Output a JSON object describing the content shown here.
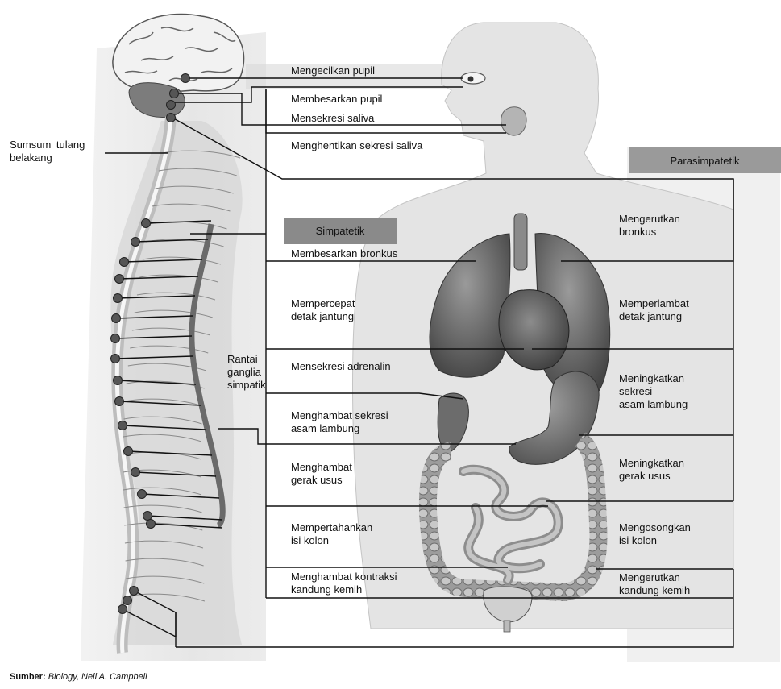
{
  "left_labels": {
    "spinal_cord": "Sumsum tulang\nbelakang",
    "ganglia_chain": "Rantai\nganglia\nsimpatik"
  },
  "banners": {
    "sympathetic": "Simpatetik",
    "parasympathetic": "Parasimpatetik"
  },
  "head_effects": {
    "pupil_constrict": "Mengecilkan pupil",
    "pupil_dilate": "Membesarkan pupil",
    "saliva_secrete": "Mensekresi saliva",
    "saliva_stop": "Menghentikan sekresi saliva"
  },
  "sympathetic_effects": {
    "bronchi_dilate": "Membesarkan bronkus",
    "heart_accelerate": "Mempercepat\ndetak jantung",
    "adrenaline": "Mensekresi adrenalin",
    "stomach_inhibit": "Menghambat sekresi\nasam lambung",
    "gut_inhibit": "Menghambat\ngerak usus",
    "colon_retain": "Mempertahankan\nisi kolon",
    "bladder_inhibit": "Menghambat kontraksi\nkandung kemih"
  },
  "parasympathetic_effects": {
    "bronchi_constrict": "Mengerutkan\nbronkus",
    "heart_slow": "Memperlambat\ndetak jantung",
    "stomach_increase": "Meningkatkan\nsekresi\nasam lambung",
    "gut_increase": "Meningkatkan\ngerak usus",
    "colon_empty": "Mengosongkan\nisi kolon",
    "bladder_contract": "Mengerutkan\nkandung kemih"
  },
  "source": {
    "prefix": "Sumber:",
    "citation": "Biology, Neil A. Campbell"
  },
  "colors": {
    "background": "#ffffff",
    "body_silhouette": "#e2e2e2",
    "back_shading": "#d0d0d0",
    "banner_sympathetic": "#8a8a8a",
    "banner_parasympathetic": "#9a9a9a",
    "organ_dark": "#5c5c5c",
    "organ_mid": "#7a7a7a",
    "organ_light": "#a8a8a8",
    "nerve_line": "#111111",
    "ganglion_dot": "#555555"
  },
  "icons": [
    "brain-icon",
    "eye-icon",
    "salivary-gland-icon",
    "lungs-icon",
    "heart-icon",
    "stomach-icon",
    "intestines-icon",
    "bladder-icon",
    "spine-icon"
  ]
}
